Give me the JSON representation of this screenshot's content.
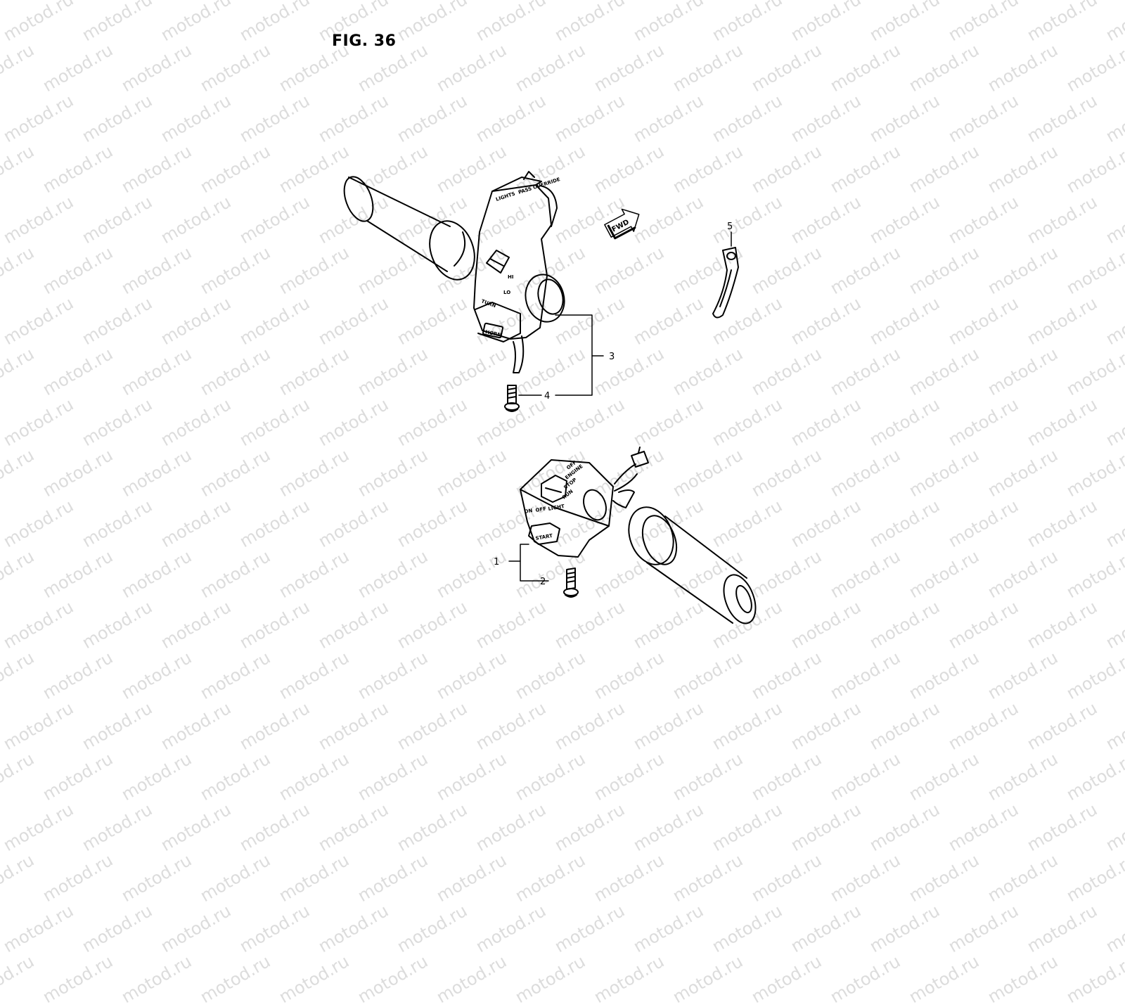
{
  "figure": {
    "title": "FIG. 36"
  },
  "watermark": {
    "text": "motod.ru"
  },
  "direction_marker": {
    "text": "FWD"
  },
  "callouts": [
    {
      "id": "1",
      "label": "1"
    },
    {
      "id": "2",
      "label": "2"
    },
    {
      "id": "3",
      "label": "3"
    },
    {
      "id": "4",
      "label": "4"
    },
    {
      "id": "5",
      "label": "5"
    }
  ],
  "left_switch_labels": {
    "lights": "LIGHTS",
    "pass": "PASS OVERRIDE",
    "hi": "HI",
    "lo": "LO",
    "turn": "TURN",
    "horn": "HORN"
  },
  "right_switch_labels": {
    "off": "OFF",
    "engine": "ENGINE",
    "stop": "STOP",
    "run": "RUN",
    "on": "ON",
    "off2": "OFF",
    "light": "LIGHT",
    "start": "START"
  }
}
